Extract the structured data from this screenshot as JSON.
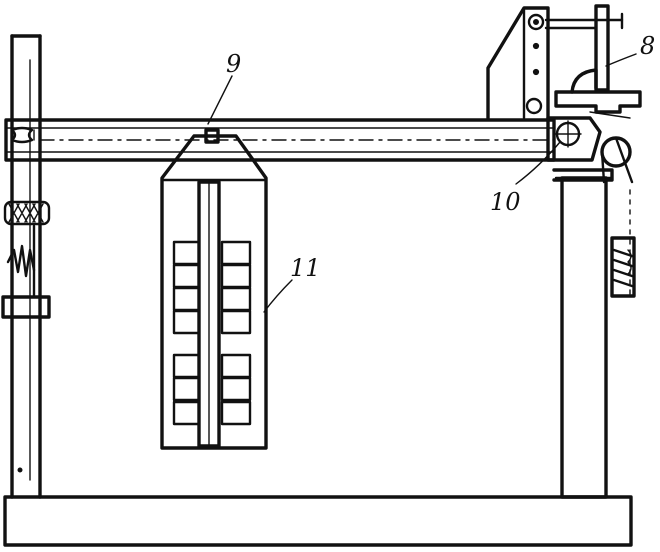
{
  "labels": {
    "beam": "9",
    "pivot": "10",
    "weight_stack": "11",
    "top_clamp": "8"
  },
  "colors": {
    "ink": "#111111",
    "paper": "#ffffff"
  }
}
